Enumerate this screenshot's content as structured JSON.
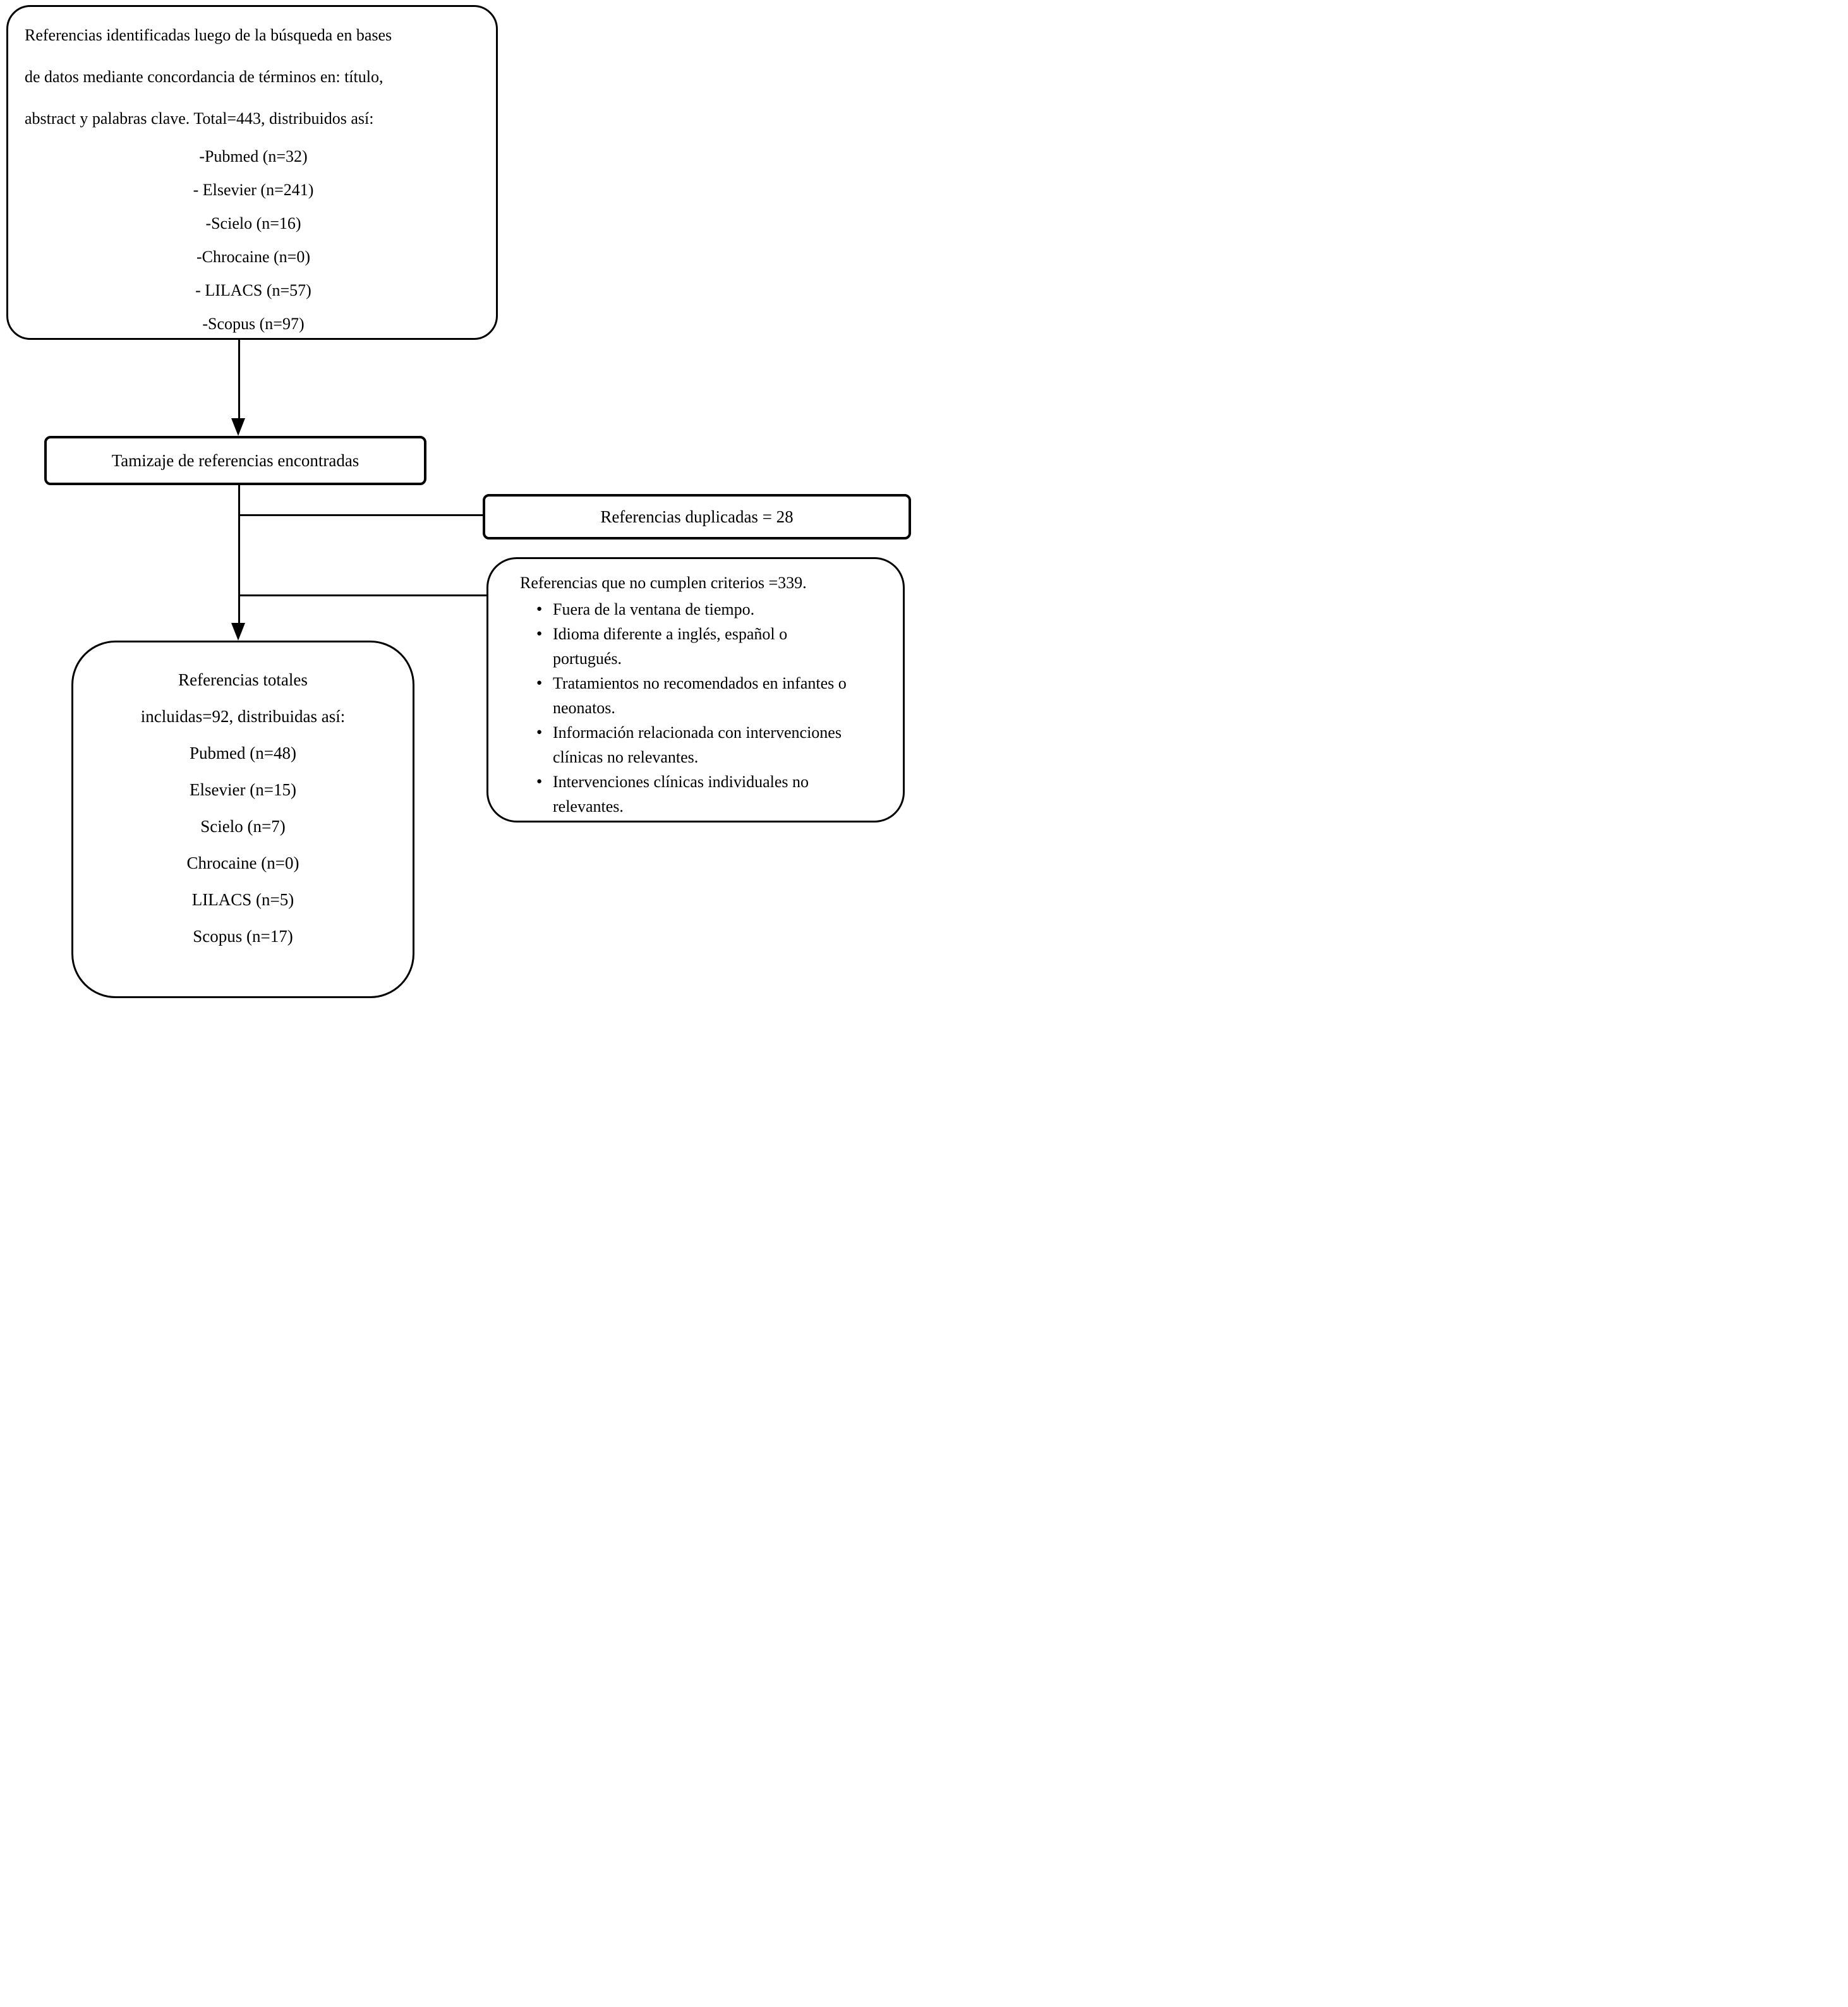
{
  "flow": {
    "identified": {
      "text_lines": [
        "Referencias identificadas luego de la búsqueda en bases",
        "de datos mediante concordancia de términos en: título,",
        "abstract y palabras clave. Total=443, distribuidos así:"
      ],
      "db_items": [
        "-Pubmed (n=32)",
        "- Elsevier (n=241)",
        "-Scielo (n=16)",
        "-Chrocaine (n=0)",
        "- LILACS (n=57)",
        "-Scopus (n=97)"
      ]
    },
    "screening": {
      "label": "Tamizaje de referencias encontradas"
    },
    "duplicates": {
      "label": "Referencias duplicadas = 28"
    },
    "excluded": {
      "title": "Referencias que no cumplen criterios =339.",
      "bullets": [
        "Fuera de la ventana de tiempo.",
        "Idioma diferente a inglés, español o portugués.",
        "Tratamientos no recomendados en infantes o neonatos.",
        "Información relacionada con intervenciones clínicas no relevantes.",
        "Intervenciones clínicas individuales no relevantes."
      ]
    },
    "included": {
      "lines": [
        "Referencias totales",
        "incluidas=92, distribuidas así:",
        "Pubmed (n=48)",
        "Elsevier (n=15)",
        "Scielo (n=7)",
        "Chrocaine (n=0)",
        "LILACS (n=5)",
        "Scopus (n=17)"
      ]
    },
    "colors": {
      "ink": "#000000",
      "background": "#ffffff"
    }
  }
}
